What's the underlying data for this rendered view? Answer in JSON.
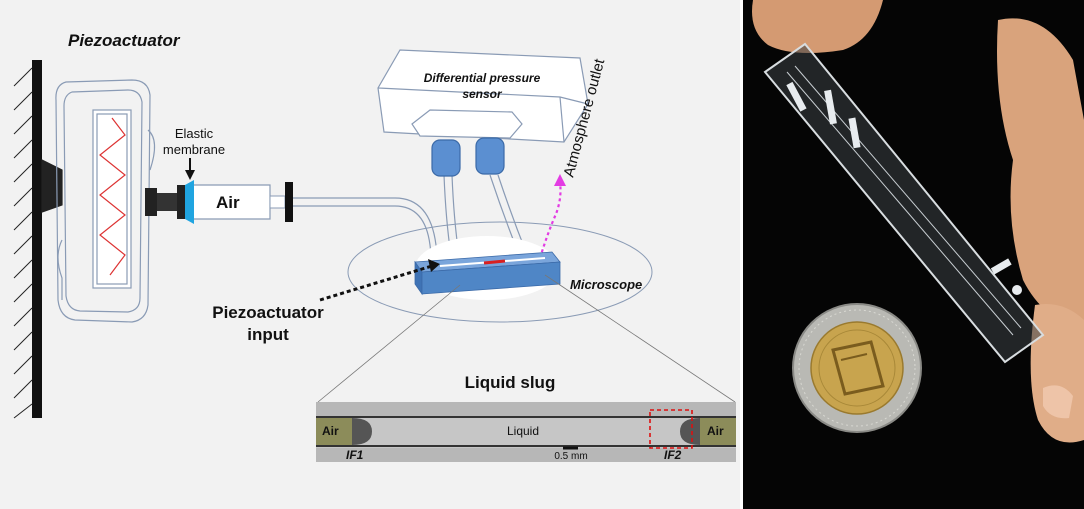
{
  "labels": {
    "piezoactuator": "Piezoactuator",
    "elastic_membrane_line1": "Elastic",
    "elastic_membrane_line2": "membrane",
    "air": "Air",
    "differential_pressure_sensor_line1": "Differential pressure",
    "differential_pressure_sensor_line2": "sensor",
    "atmosphere_outlet": "Atmosphere outlet",
    "microscope": "Microscope",
    "piezoactuator_input_line1": "Piezoactuator",
    "piezoactuator_input_line2": "input",
    "liquid_slug": "Liquid slug"
  },
  "micrograph": {
    "air_left": "Air",
    "air_right": "Air",
    "liquid": "Liquid",
    "scale_bar": "0.5 mm",
    "interface_1": "IF1",
    "interface_2": "IF2"
  },
  "colors": {
    "chip_blue": "#4f86c6",
    "sensor_port_blue": "#5b8fd1",
    "membrane_cyan": "#20a4e0",
    "outlet_magenta": "#e33be3",
    "liquid_red": "#d92020",
    "air_segment": "#8c8c5a",
    "highlight_red": "#d11"
  }
}
